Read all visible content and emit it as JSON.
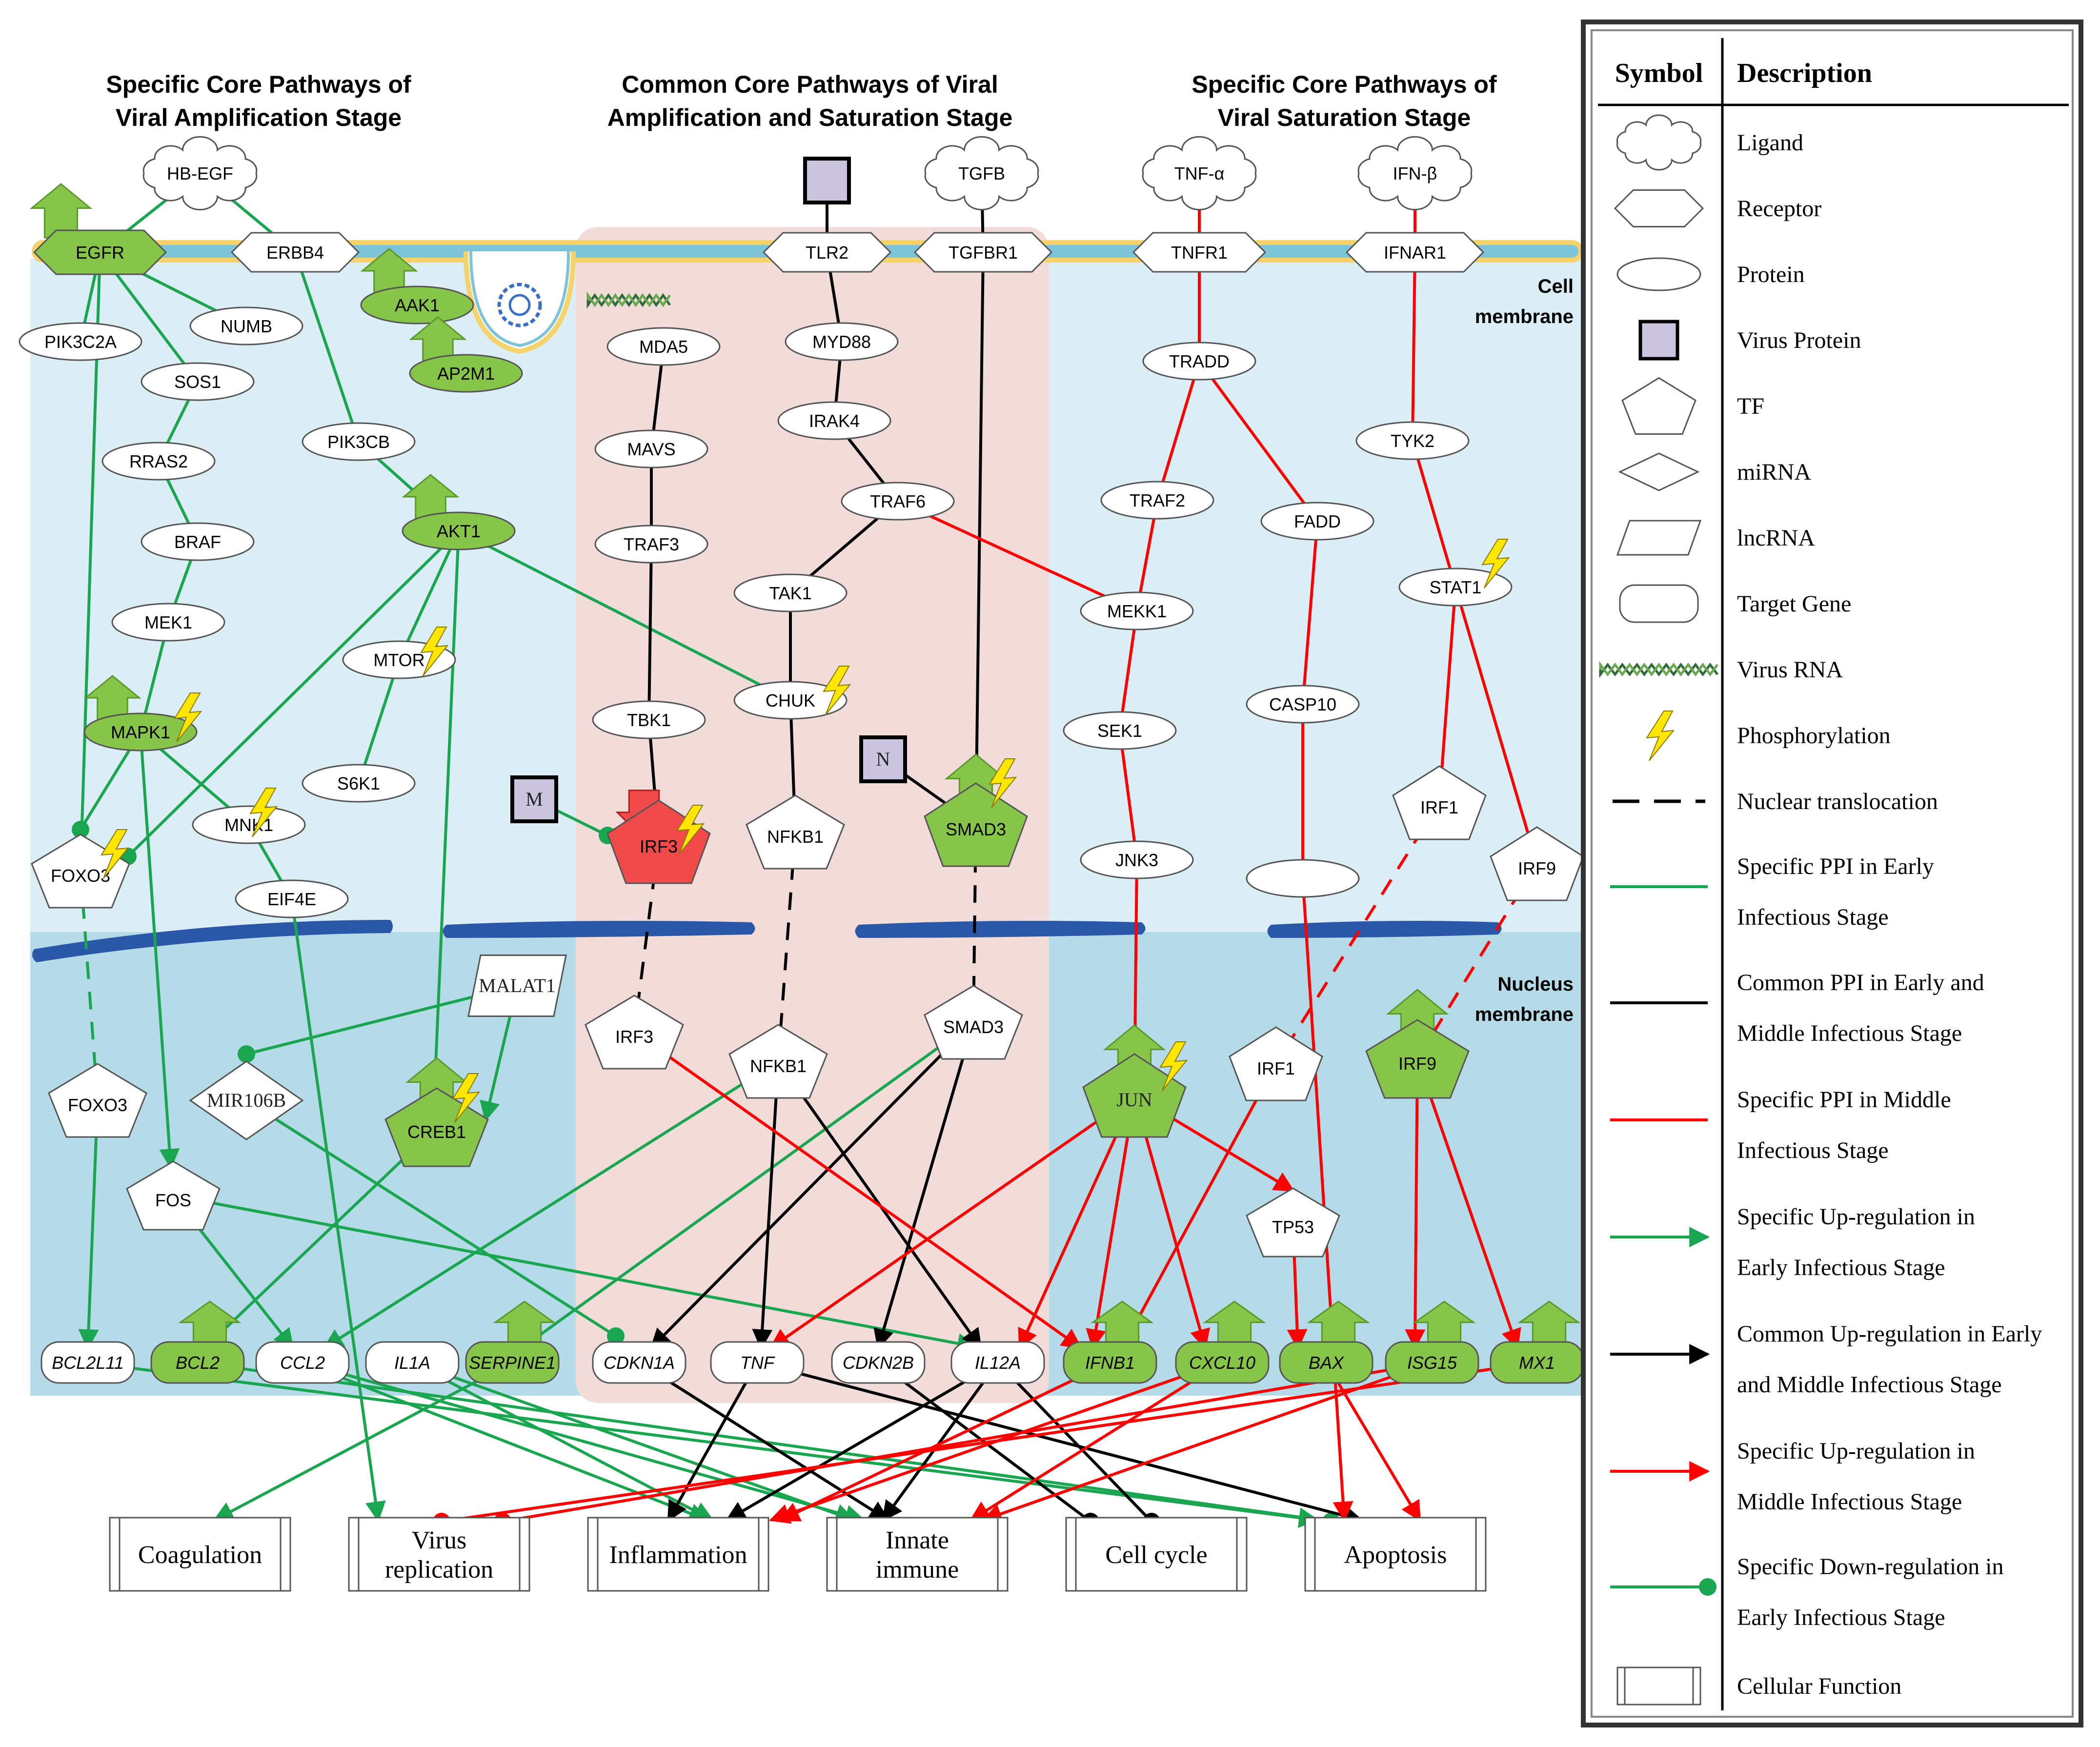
{
  "titles": {
    "left": [
      "Specific Core Pathways of",
      "Viral Amplification Stage"
    ],
    "middle": [
      "Common Core Pathways of Viral",
      "Amplification and Saturation Stage"
    ],
    "right": [
      "Specific Core Pathways of",
      "Viral Saturation Stage"
    ]
  },
  "membranes": {
    "cell": [
      "Cell",
      "membrane"
    ],
    "nucleus": [
      "Nucleus",
      "membrane"
    ]
  },
  "virus_proteins": {
    "m": "M",
    "n": "N"
  },
  "ligands": {
    "hbegf": "HB-EGF",
    "tgfb": "TGFB",
    "tnfa": "TNF-α",
    "ifnb": "IFN-β"
  },
  "receptors": {
    "egfr": "EGFR",
    "erbb4": "ERBB4",
    "tlr2": "TLR2",
    "tgfbr1": "TGFBR1",
    "tnfr1": "TNFR1",
    "ifnar1": "IFNAR1"
  },
  "proteins": {
    "pik3c2a": "PIK3C2A",
    "numb": "NUMB",
    "sos1": "SOS1",
    "rras2": "RRAS2",
    "braf": "BRAF",
    "mek1": "MEK1",
    "mapk1": "MAPK1",
    "mnk1": "MNK1",
    "eif4e": "EIF4E",
    "aak1": "AAK1",
    "ap2m1": "AP2M1",
    "pik3cb": "PIK3CB",
    "akt1": "AKT1",
    "mtor": "MTOR",
    "s6k1": "S6K1",
    "mda5": "MDA5",
    "mavs": "MAVS",
    "traf3": "TRAF3",
    "tbk1": "TBK1",
    "myd88": "MYD88",
    "irak4": "IRAK4",
    "traf6": "TRAF6",
    "tak1": "TAK1",
    "chuk": "CHUK",
    "tradd": "TRADD",
    "traf2": "TRAF2",
    "mekk1": "MEKK1",
    "sek1": "SEK1",
    "jnk3": "JNK3",
    "fadd": "FADD",
    "casp10": "CASP10",
    "tyk2": "TYK2",
    "stat1": "STAT1"
  },
  "tfs": {
    "foxo3_c": "FOXO3",
    "foxo3_n": "FOXO3",
    "fos": "FOS",
    "creb1": "CREB1",
    "irf3_c": "IRF3",
    "irf3_n": "IRF3",
    "nfkb1_c": "NFKB1",
    "nfkb1_n": "NFKB1",
    "smad3_c": "SMAD3",
    "smad3_n": "SMAD3",
    "jun": "JUN",
    "irf1_c": "IRF1",
    "irf1_n": "IRF1",
    "irf9_c": "IRF9",
    "irf9_n": "IRF9",
    "tp53": "TP53"
  },
  "mirna": {
    "mir106b": "MIR106B"
  },
  "lncrna": {
    "malat1": "MALAT1"
  },
  "target_genes": {
    "bcl2l11": "BCL2L11",
    "bcl2": "BCL2",
    "ccl2": "CCL2",
    "il1a": "IL1A",
    "serpine1": "SERPINE1",
    "cdkn1a": "CDKN1A",
    "tnf": "TNF",
    "cdkn2b": "CDKN2B",
    "il12a": "IL12A",
    "ifnb1": "IFNB1",
    "cxcl10": "CXCL10",
    "bax": "BAX",
    "isg15": "ISG15",
    "mx1": "MX1"
  },
  "functions": {
    "coagulation": [
      "Coagulation"
    ],
    "virus_replication": [
      "Virus",
      "replication"
    ],
    "inflammation": [
      "Inflammation"
    ],
    "innate_immune": [
      "Innate",
      "immune"
    ],
    "cell_cycle": [
      "Cell cycle"
    ],
    "apoptosis": [
      "Apoptosis"
    ]
  },
  "legend": {
    "header_symbol": "Symbol",
    "header_description": "Description",
    "rows": [
      {
        "icon": "cloud-icon",
        "text": [
          "Ligand"
        ]
      },
      {
        "icon": "hexagon-icon",
        "text": [
          "Receptor"
        ]
      },
      {
        "icon": "ellipse-icon",
        "text": [
          "Protein"
        ]
      },
      {
        "icon": "square-icon",
        "text": [
          "Virus Protein"
        ]
      },
      {
        "icon": "pentagon-icon",
        "text": [
          "TF"
        ]
      },
      {
        "icon": "diamond-icon",
        "text": [
          "miRNA"
        ]
      },
      {
        "icon": "parallelogram-icon",
        "text": [
          "lncRNA"
        ]
      },
      {
        "icon": "rounded-rect-icon",
        "text": [
          "Target Gene"
        ]
      },
      {
        "icon": "virus-rna-icon",
        "text": [
          "Virus RNA"
        ]
      },
      {
        "icon": "lightning-icon",
        "text": [
          "Phosphorylation"
        ]
      },
      {
        "icon": "dashed-line-icon",
        "text": [
          "Nuclear translocation"
        ]
      },
      {
        "icon": "green-line-icon",
        "text": [
          "Specific PPI in Early",
          "Infectious Stage"
        ]
      },
      {
        "icon": "black-line-icon",
        "text": [
          "Common PPI in Early and",
          "Middle Infectious Stage"
        ]
      },
      {
        "icon": "red-line-icon",
        "text": [
          "Specific PPI in Middle",
          "Infectious Stage"
        ]
      },
      {
        "icon": "green-arrow-icon",
        "text": [
          "Specific Up-regulation in",
          "Early Infectious Stage"
        ]
      },
      {
        "icon": "black-arrow-icon",
        "text": [
          "Common Up-regulation in Early",
          "and Middle Infectious Stage"
        ]
      },
      {
        "icon": "red-arrow-icon",
        "text": [
          "Specific Up-regulation in",
          "Middle Infectious Stage"
        ]
      },
      {
        "icon": "green-dot-line-icon",
        "text": [
          "Specific Down-regulation in",
          "Early Infectious Stage"
        ]
      },
      {
        "icon": "cell-function-icon",
        "text": [
          "Cellular Function"
        ]
      }
    ]
  },
  "colors": {
    "cytoplasm": "#dceef5",
    "nucleus": "#b5dbe8",
    "common_zone": "#f2dcda",
    "membrane_fill": "#7ec4d8",
    "membrane_edge": "#f5d36c",
    "nuclear_membrane": "#2b57a8",
    "green": "#1aa650",
    "red": "#ff0000",
    "black": "#000000",
    "up_green": "#86c44a",
    "virus_protein": "#ccc5df",
    "irf3_red": "#f04a4a",
    "bolt": "#ffe600"
  }
}
